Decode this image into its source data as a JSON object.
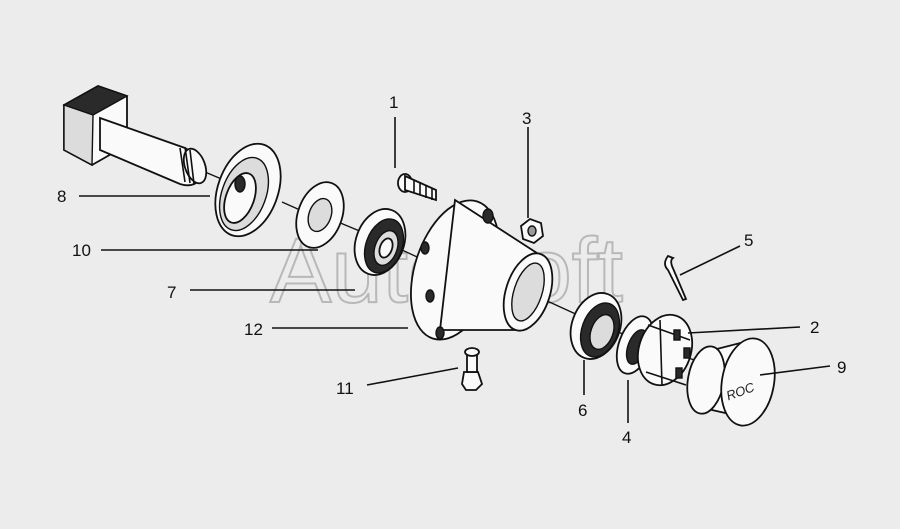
{
  "diagram": {
    "watermark": "AutoSoft",
    "cap_marking": "ROC",
    "callouts": [
      {
        "id": "c1",
        "label": "1"
      },
      {
        "id": "c2",
        "label": "2"
      },
      {
        "id": "c3",
        "label": "3"
      },
      {
        "id": "c4",
        "label": "4"
      },
      {
        "id": "c5",
        "label": "5"
      },
      {
        "id": "c6",
        "label": "6"
      },
      {
        "id": "c7",
        "label": "7"
      },
      {
        "id": "c8",
        "label": "8"
      },
      {
        "id": "c9",
        "label": "9"
      },
      {
        "id": "c10",
        "label": "10"
      },
      {
        "id": "c11",
        "label": "11"
      },
      {
        "id": "c12",
        "label": "12"
      }
    ]
  }
}
